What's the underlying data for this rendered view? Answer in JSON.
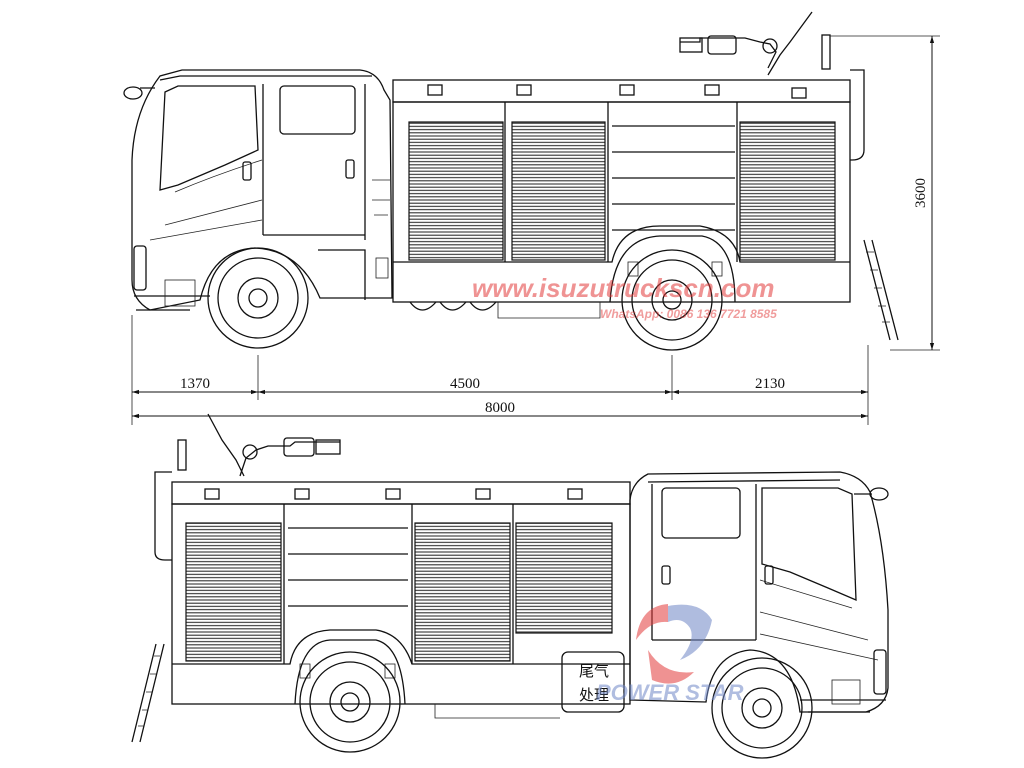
{
  "dimensions": {
    "front_overhang": "1370",
    "wheelbase": "4500",
    "rear_overhang": "2130",
    "overall_length": "8000",
    "overall_height": "3600"
  },
  "watermark": {
    "url": "www.isuzutruckscn.com",
    "contact": "WhatsApp: 0086 136 7721 8585",
    "brand": "POWER STAR"
  },
  "panel_label": {
    "line1": "尾气",
    "line2": "处理"
  },
  "colors": {
    "line": "#111111",
    "watermark_red": "#e23a3a",
    "watermark_blue": "#6f86c6"
  }
}
